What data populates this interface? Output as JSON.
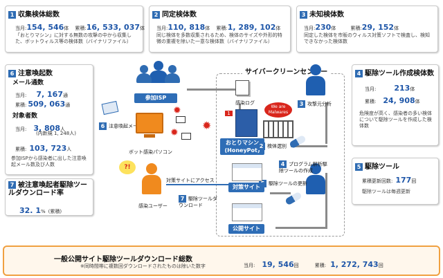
{
  "box1": {
    "num": "1",
    "title": "収集検体総数",
    "cur_label": "当月:",
    "cur_value": "154, 546",
    "cur_unit": "体",
    "total_label": "累積:",
    "total_value": "16, 533, 037",
    "total_unit": "体",
    "desc": "「おとりマシン」に対する無数の攻撃の中から収集した、ボットウィルス等の検体数（バイナリファイル）"
  },
  "box2": {
    "num": "2",
    "title": "同定検体数",
    "cur_label": "当月:",
    "cur_value": "110, 818",
    "cur_unit": "体",
    "total_label": "累積:",
    "total_value": "1, 289, 102",
    "total_unit": "体",
    "desc": "同じ検体を多数収集されるため、検体のサイズや外形的特徴の重複を除いた一意な検体数（バイナリファイル）"
  },
  "box3": {
    "num": "3",
    "title": "未知検体数",
    "cur_label": "当月:",
    "cur_value": "230",
    "cur_unit": "体",
    "total_label": "累積:",
    "total_value": "29, 152",
    "total_unit": "体",
    "desc": "同定した検体を市販のウィルス対策ソフトで検査し、検知できなかった検体数"
  },
  "box4": {
    "num": "4",
    "title": "駆除ツール作成検体数",
    "cur_label": "当月:",
    "cur_value": "213",
    "cur_unit": "体",
    "total_label": "累積:",
    "total_value": "24, 908",
    "total_unit": "体",
    "desc": "危険度が高く、感染者の多い検体について駆除ツールを作成した検体数"
  },
  "box5": {
    "num": "5",
    "title": "駆除ツール",
    "total_label": "累積更新回数:",
    "total_value": "177",
    "total_unit": "回",
    "desc": "駆除ツールは毎週更新"
  },
  "box6": {
    "num": "6",
    "title": "注意喚起数",
    "mail_title": "メール通数",
    "mail_cur_label": "当月:",
    "mail_cur_value": "7, 167",
    "mail_cur_unit": "通",
    "mail_total_label": "累積:",
    "mail_total_value": "509, 063",
    "mail_total_unit": "通",
    "target_title": "対象者数",
    "target_cur_label": "当月:",
    "target_cur_value": "3, 808",
    "target_cur_unit": "人",
    "target_new": "(内新規 1, 248人)",
    "target_total_label": "累積:",
    "target_total_value": "103, 723",
    "target_total_unit": "人",
    "desc": "参加ISPから感染者に出した注意喚起メール数及び人数"
  },
  "box7": {
    "num": "7",
    "title": "被注意喚起者駆除ツールダウンロード率",
    "value": "32. 1",
    "unit": "%",
    "note": "(累積)"
  },
  "bottom": {
    "title": "一般公開サイト駆除ツールダウンロード総数",
    "note": "※同時間帯に複数回ダウンロードされたものは除いた数字",
    "cur_label": "当月:",
    "cur_value": "19, 546",
    "cur_unit": "回",
    "total_label": "累積:",
    "total_value": "1, 272, 743",
    "total_unit": "回"
  },
  "center": {
    "title": "サイバークリーンセンター",
    "isp": "参加ISP",
    "log": "感染ログ",
    "honeypot_line1": "おとりマシン",
    "honeypot_line2": "(HoneyPot)",
    "malware_bubble": "We are Malwares",
    "step1": "1",
    "step2_label": "検体選別",
    "step3_label": "攻撃元分析",
    "step4_label": "プログラム解析駆除ツールの作成",
    "step5_label": "駆除ツールの更新",
    "step6_label": "注意喚起メール",
    "step7_label": "駆除ツールダウンロード",
    "bot_pc": "ボット感染パソコン",
    "infected_user": "感染ユーザー",
    "access": "対策サイトにアクセス",
    "taisaku_site": "対策サイト",
    "public_site": "公開サイト"
  },
  "colors": {
    "accent": "#2f6cb3",
    "num": "#1e56a8",
    "orange": "#f08a1e",
    "red": "#d9261c"
  }
}
